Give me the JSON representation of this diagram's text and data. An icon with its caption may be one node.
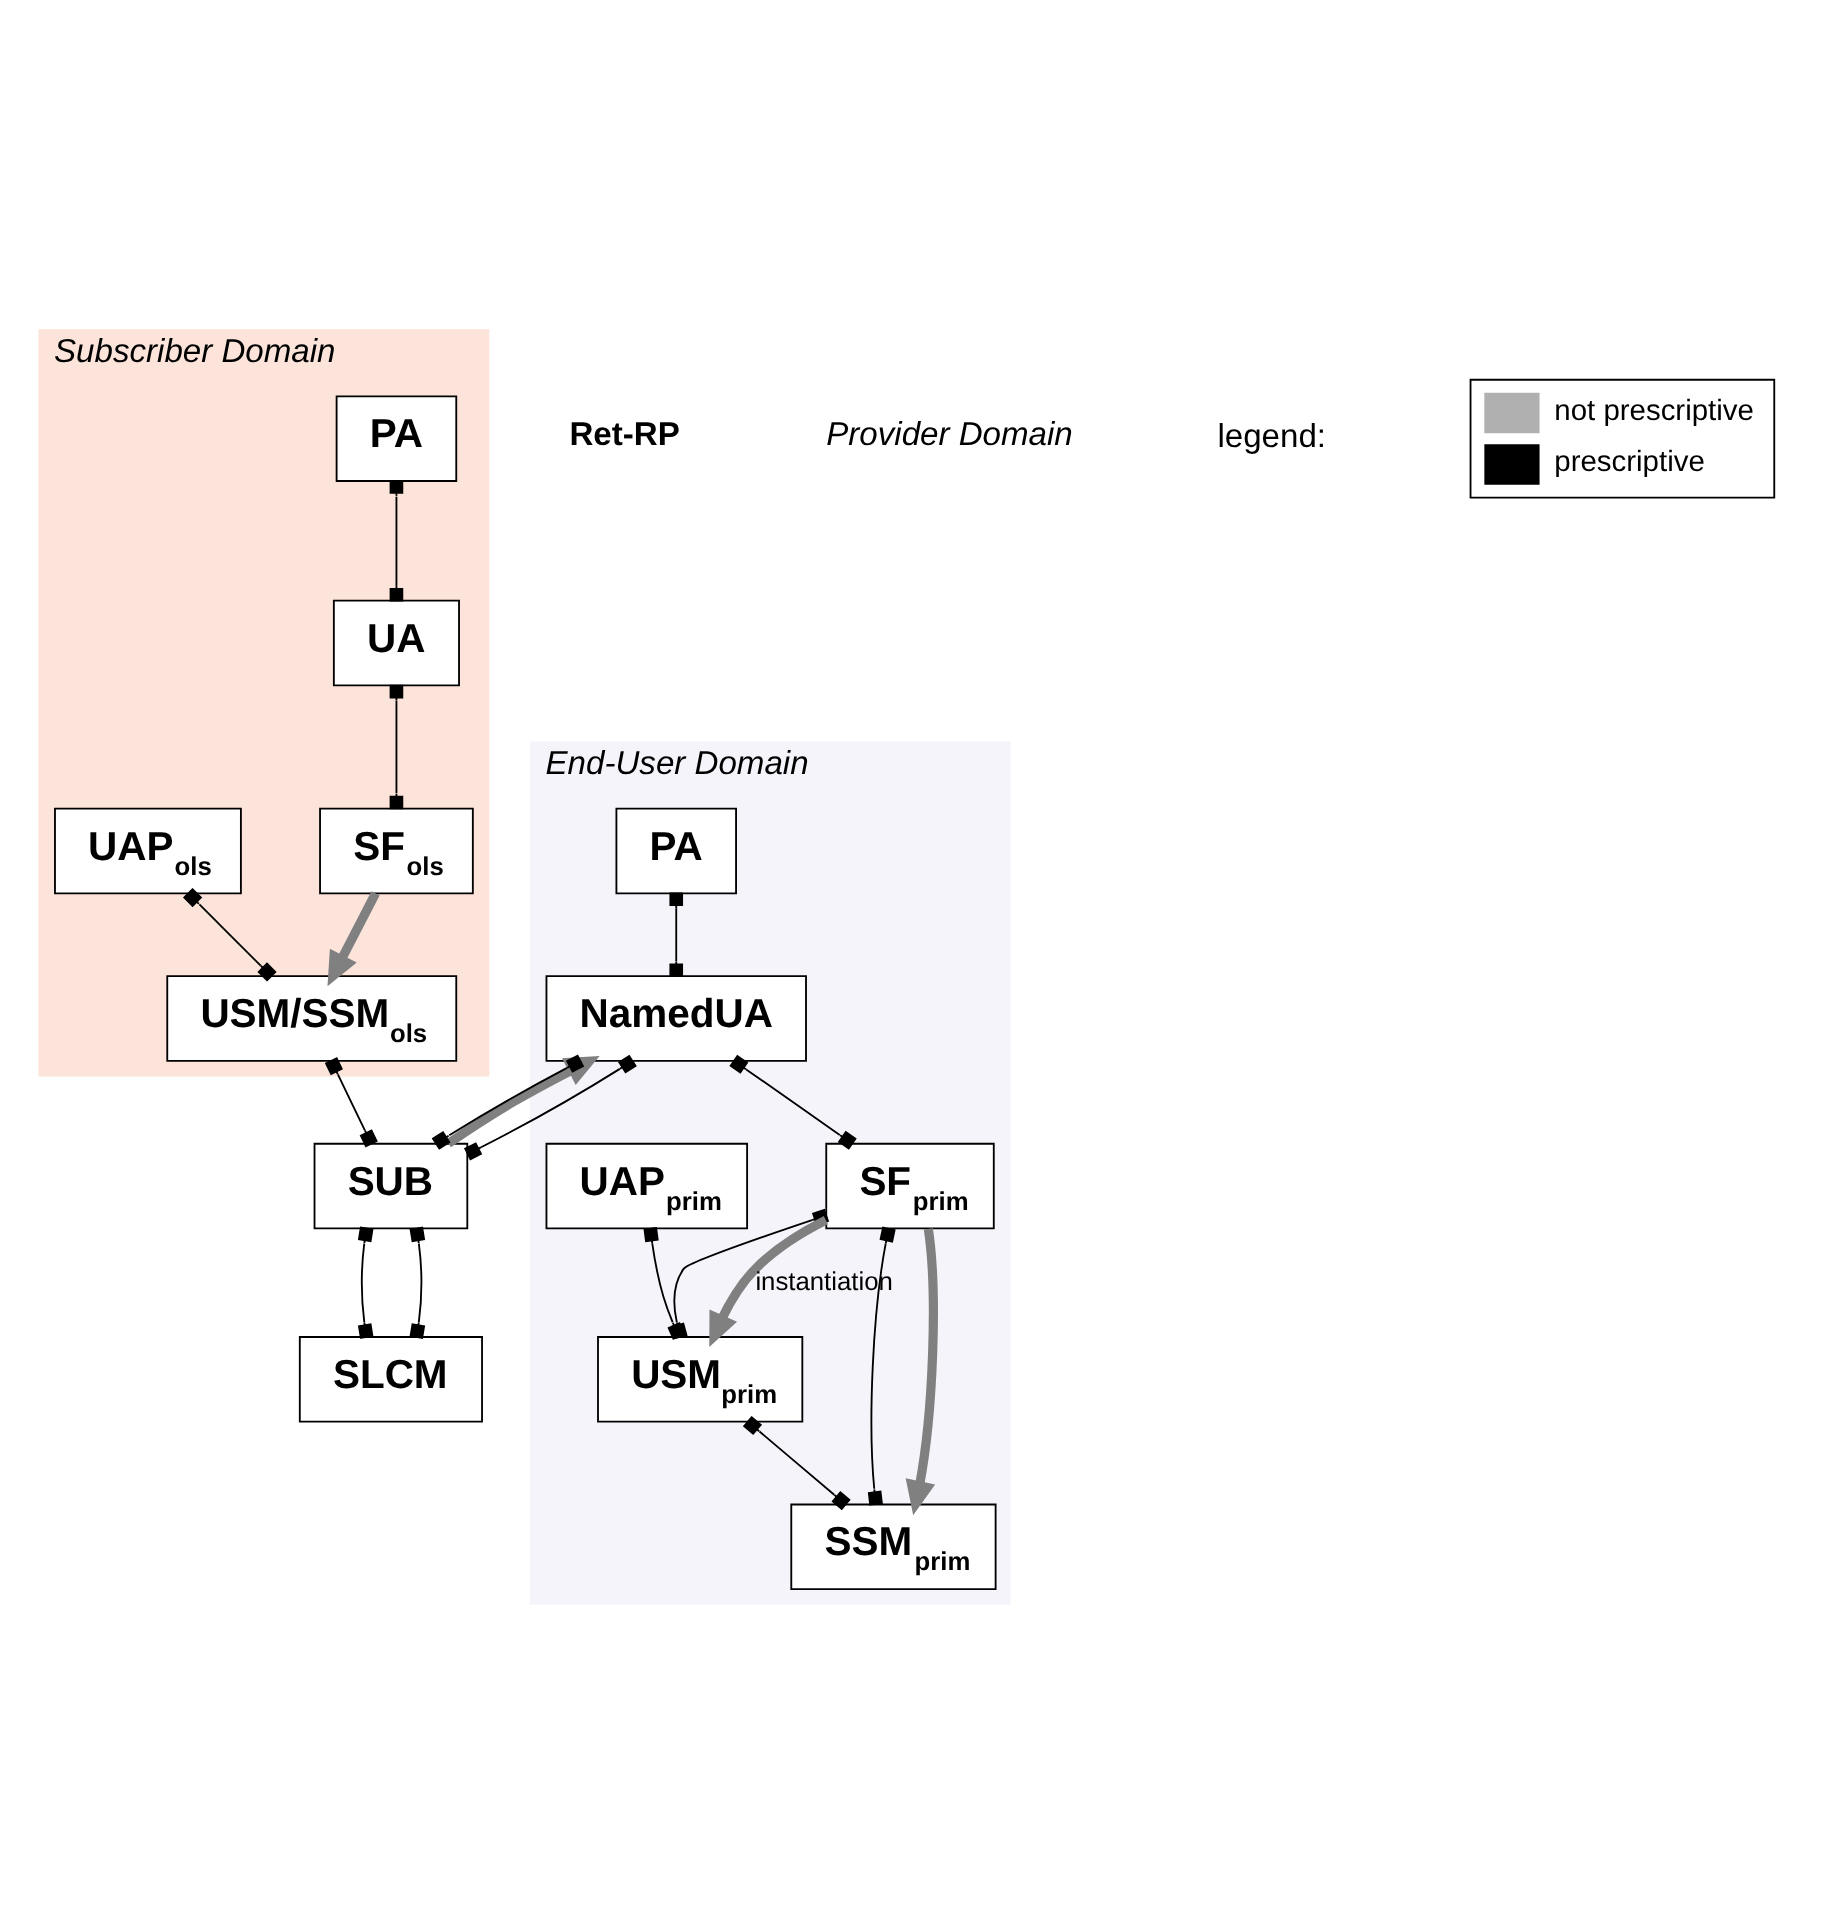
{
  "diagram": {
    "nodes": [
      {
        "text": [
          "Subscriber Domain"
        ]
      },
      {
        "text": [
          "PA"
        ],
        "in": 0
      },
      {
        "text": [
          "UA"
        ],
        "in": 0
      },
      {
        "text": [
          "SF$_{ols}$"
        ],
        "in": 0
      },
      {
        "text": [
          "UAP$_{ols}$"
        ],
        "in": 0
      },
      {
        "text": [
          "USM/SSM$_{ols}$"
        ],
        "in": 0
      },
      {
        "text": [
          "SUB"
        ]
      },
      {
        "text": [
          "End-User Domain"
        ]
      },
      {
        "text": [
          "PA"
        ],
        "in": 7
      },
      {
        "text": [
          "NamedUA"
        ],
        "in": 7
      },
      {
        "text": [
          "SLCM"
        ]
      },
      {
        "text": [
          "SF$_{prim}$"
        ],
        "in": 7
      },
      {
        "text": [
          "UAP$_{prim}$"
        ],
        "in": 7
      },
      {
        "text": [
          "USM$_{prim}$"
        ],
        "in": 7
      },
      {
        "text": [
          "SSM$_{prim}$"
        ],
        "in": 7
      }
    ],
    "edges": [
      {
        "from": 1,
        "to": 2,
        "arrow": "other"
      },
      {
        "from": 2,
        "to": 3,
        "arrow": "other"
      },
      {
        "from": 3,
        "to": 5,
        "arrow": "to",
        "style": "thick",
        "color": "#808080"
      },
      {
        "from": 4,
        "to": 5,
        "arrow": "other"
      },
      {
        "from": 5,
        "to": 6,
        "arrow": "other"
      },
      {
        "from": 9,
        "to": 6,
        "arrow": "other"
      },
      {
        "from": 9,
        "to": 6,
        "arrow": "other"
      },
      {
        "from": 6,
        "to": 9,
        "arrow": "to",
        "style": "thick",
        "color": "#808080"
      },
      {
        "from": 6,
        "to": 10,
        "arrow": "other"
      },
      {
        "from": 6,
        "to": 10,
        "arrow": "other"
      },
      {
        "from": 8,
        "to": 9,
        "arrow": "other"
      },
      {
        "from": 9,
        "to": 11,
        "arrow": "other"
      },
      {
        "from": 11,
        "to": 13,
        "arrow": "other"
      },
      {
        "from": 11,
        "to": 14,
        "arrow": "other"
      },
      {
        "from": 11,
        "to": 13,
        "arrow": "to",
        "style": "thick",
        "color": "#808080",
        "label": "instantiation"
      },
      {
        "from": 11,
        "to": 14,
        "arrow": "to",
        "style": "thick",
        "color": "#808080"
      },
      {
        "from": 12,
        "to": 13,
        "arrow": "other"
      },
      {
        "from": 13,
        "to": 14,
        "arrow": "other"
      }
    ],
    "labels": [
      "Ret-RP",
      "Provider Domain",
      "legend:"
    ],
    "legend": [
      {
        "text": "not prescriptive",
        "color": "#b0b0b0"
      },
      {
        "text": "prescriptive",
        "color": "#000000"
      }
    ]
  }
}
